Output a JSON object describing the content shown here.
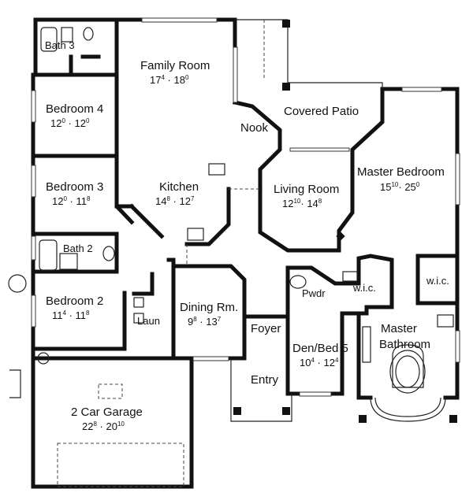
{
  "rooms": {
    "bath3": {
      "name": "Bath 3"
    },
    "family": {
      "name": "Family Room",
      "dims": [
        "17",
        "4",
        " · 18",
        "0"
      ]
    },
    "bedroom4": {
      "name": "Bedroom 4",
      "dims": [
        "12",
        "0",
        " · 12",
        "0"
      ]
    },
    "nook": {
      "name": "Nook"
    },
    "patio": {
      "name": "Covered Patio"
    },
    "master": {
      "name": "Master Bedroom",
      "dims": [
        "15",
        "10",
        "· 25",
        "0"
      ]
    },
    "bedroom3": {
      "name": "Bedroom 3",
      "dims": [
        "12",
        "0",
        " · 11",
        "8"
      ]
    },
    "kitchen": {
      "name": "Kitchen",
      "dims": [
        "14",
        "8",
        " · 12",
        "7"
      ]
    },
    "living": {
      "name": "Living Room",
      "dims": [
        "12",
        "10",
        "· 14",
        "8"
      ]
    },
    "bath2": {
      "name": "Bath 2"
    },
    "pwdr": {
      "name": "Pwdr"
    },
    "wic1": {
      "name": "w.i.c."
    },
    "wic2": {
      "name": "w.i.c."
    },
    "bedroom2": {
      "name": "Bedroom 2",
      "dims": [
        "11",
        "4",
        " · 11",
        "8"
      ]
    },
    "dining": {
      "name": "Dining Rm.",
      "dims": [
        "9",
        "8",
        " · 13",
        "7"
      ]
    },
    "laun": {
      "name": "Laun"
    },
    "foyer": {
      "name": "Foyer"
    },
    "masterbath": {
      "name": "Master",
      "name2": "Bathroom"
    },
    "den": {
      "name": "Den/Bed 5",
      "dims": [
        "10",
        "4",
        " · 12",
        "4"
      ]
    },
    "entry": {
      "name": "Entry"
    },
    "garage": {
      "name": "2 Car Garage",
      "dims": [
        "22",
        "8",
        " · 20",
        "10"
      ]
    }
  }
}
